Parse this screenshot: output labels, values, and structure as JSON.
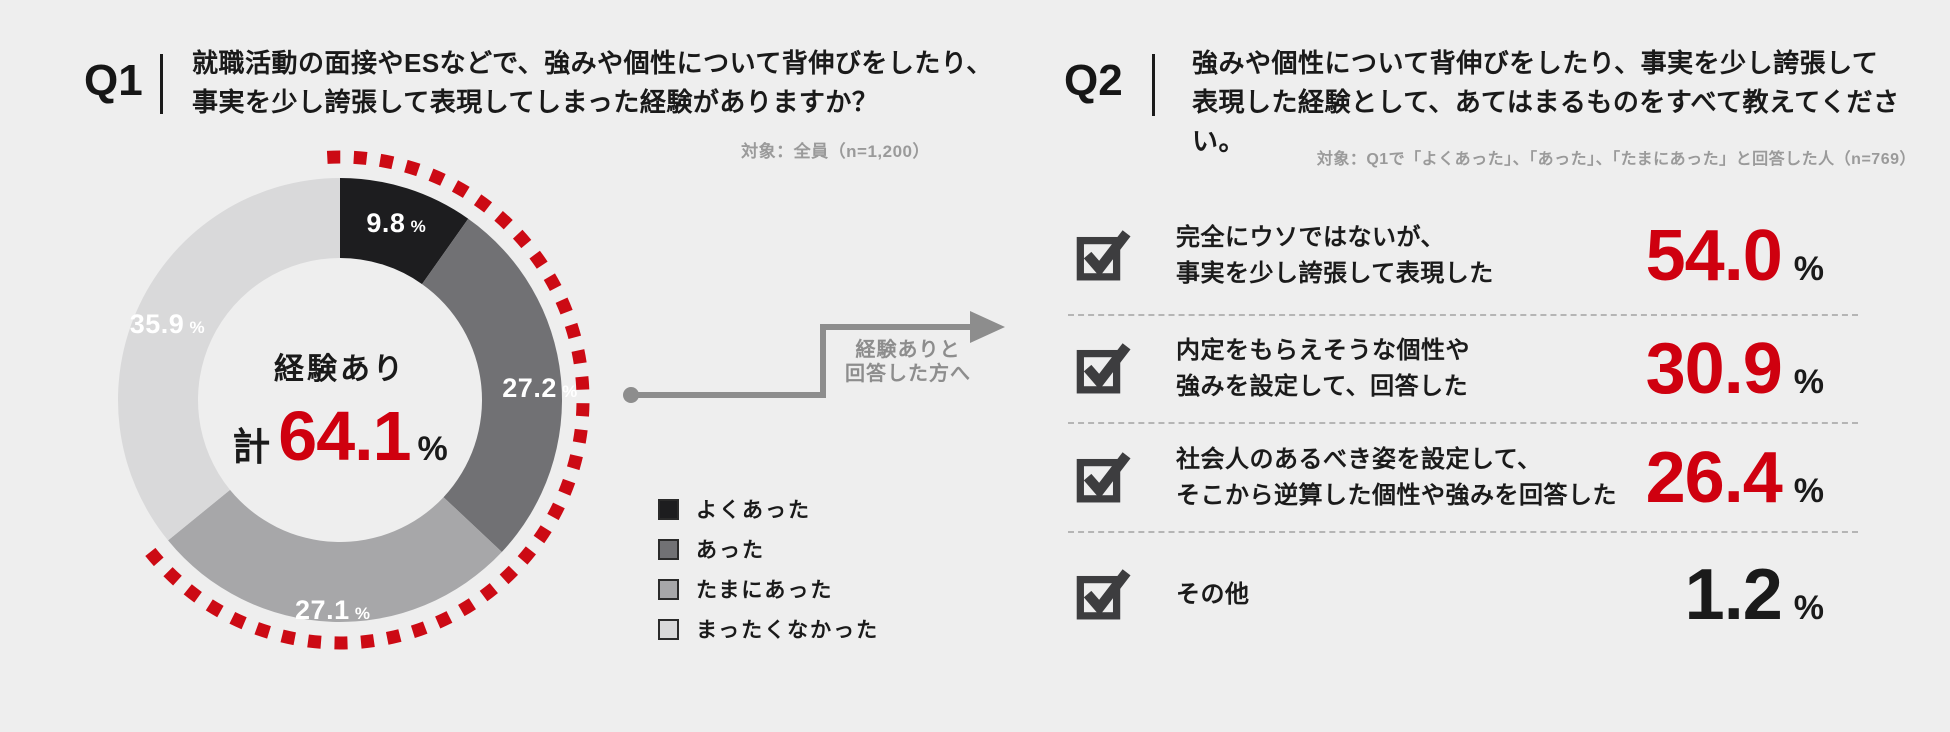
{
  "background": "#eeeeee",
  "accent_red": "#cf000f",
  "q1": {
    "label": "Q1",
    "question_line1": "就職活動の面接やESなどで、強みや個性について背伸びをしたり、",
    "question_line2": "事実を少し誇張して表現してしまった経験がありますか？",
    "target_note": "対象：全員（n=1,200）"
  },
  "chart_data": {
    "type": "pie",
    "subtype": "donut",
    "title": "就職活動で強みや個性を誇張した経験",
    "segments": [
      {
        "label": "よくあった",
        "value": 9.8,
        "color": "#1d1d1f",
        "label_text": "9.8",
        "unit": "%"
      },
      {
        "label": "あった",
        "value": 27.2,
        "color": "#717174",
        "label_text": "27.2",
        "unit": "%"
      },
      {
        "label": "たまにあった",
        "value": 27.1,
        "color": "#a7a7a9",
        "label_text": "27.1",
        "unit": "%"
      },
      {
        "label": "まったくなかった",
        "value": 35.9,
        "color": "#d9d9da",
        "label_text": "35.9",
        "unit": "%"
      }
    ],
    "center": {
      "title": "経験あり",
      "prefix": "計",
      "total_value": "64.1",
      "unit": "%"
    },
    "highlight_arc": {
      "covers": "経験あり合計",
      "from_pct": 0,
      "to_pct": 64.1,
      "color": "#cc0a14",
      "style": "dotted"
    },
    "legend_position": "right-of-chart-bottom",
    "start_angle": "top",
    "direction": "clockwise"
  },
  "annotation": {
    "line1": "経験ありと",
    "line2": "回答した方へ"
  },
  "q2": {
    "label": "Q2",
    "question_line1": "強みや個性について背伸びをしたり、事実を少し誇張して",
    "question_line2": "表現した経験として、あてはまるものをすべて教えてください。",
    "target_note": "対象：Q1で「よくあった」、「あった」、「たまにあった」と回答した人（n=769）",
    "items": [
      {
        "line1": "完全にウソではないが、",
        "line2": "事実を少し誇張して表現した",
        "value": "54.0",
        "unit": "%",
        "value_color": "#cf000f"
      },
      {
        "line1": "内定をもらえそうな個性や",
        "line2": "強みを設定して、回答した",
        "value": "30.9",
        "unit": "%",
        "value_color": "#cf000f"
      },
      {
        "line1": "社会人のあるべき姿を設定して、",
        "line2": "そこから逆算した個性や強みを回答した",
        "value": "26.4",
        "unit": "%",
        "value_color": "#cf000f"
      },
      {
        "line1": "その他",
        "line2": "",
        "value": "1.2",
        "unit": "%",
        "value_color": "#1a1a1a"
      }
    ]
  }
}
